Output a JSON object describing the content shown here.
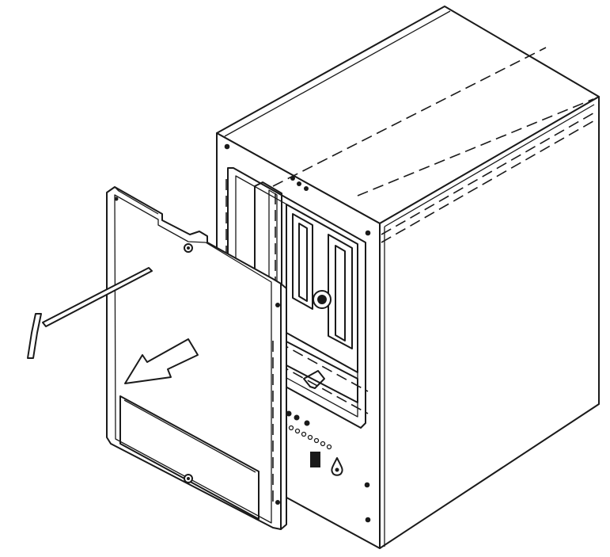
{
  "figure": {
    "colors": {
      "line": "#1a1a1a",
      "background": "#ffffff"
    },
    "icons": [
      "nas-enclosure",
      "side-panel",
      "hex-key",
      "direction-arrow"
    ]
  }
}
